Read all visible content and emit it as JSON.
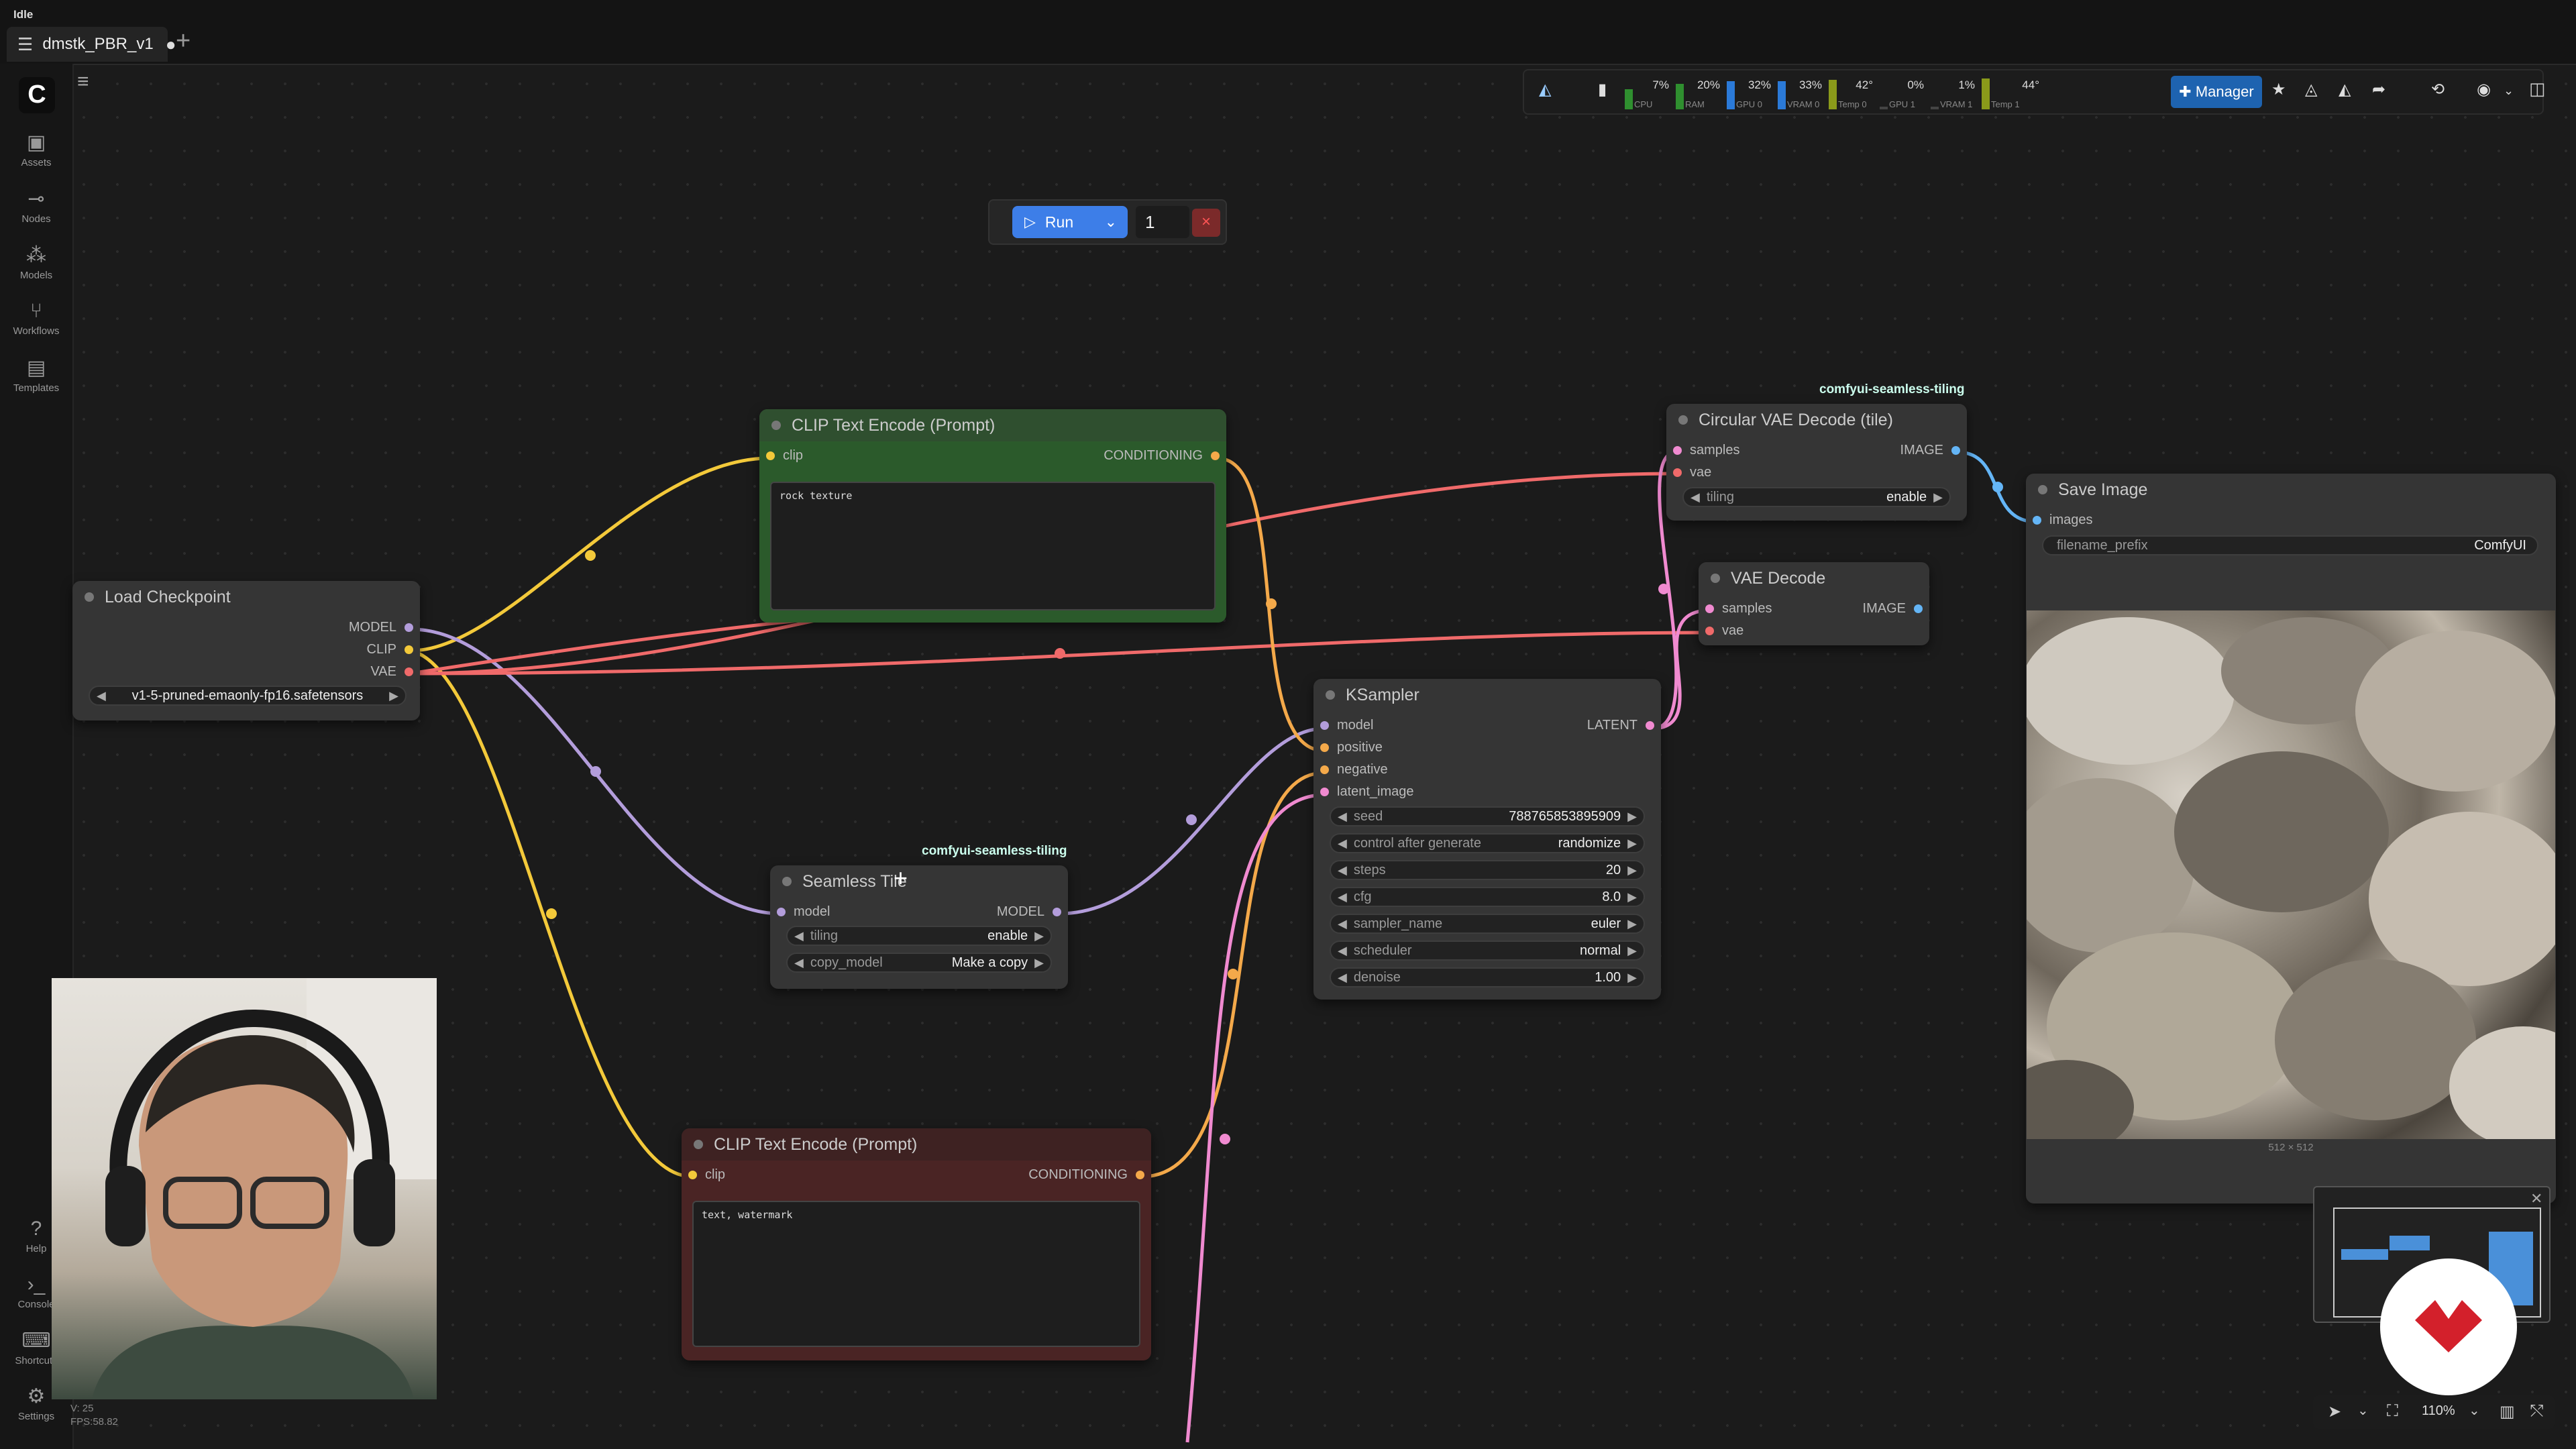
{
  "app": {
    "status": "Idle",
    "tab_title": "dmstk_PBR_v1",
    "tab_modified": "●",
    "new_tab": "+"
  },
  "sidebar": {
    "logo": "C",
    "items": [
      {
        "label": "Assets"
      },
      {
        "label": "Nodes"
      },
      {
        "label": "Models"
      },
      {
        "label": "Workflows"
      },
      {
        "label": "Templates"
      }
    ],
    "bottom": [
      {
        "label": "Help"
      },
      {
        "label": "Console"
      },
      {
        "label": "Shortcuts"
      },
      {
        "label": "Settings"
      }
    ]
  },
  "run": {
    "label": "Run",
    "count": "1",
    "cancel": "×"
  },
  "toolbar": {
    "stats": [
      {
        "label": "CPU",
        "value": "7%",
        "color": "#2f8f2f"
      },
      {
        "label": "RAM",
        "value": "20%",
        "color": "#2f8f2f"
      },
      {
        "label": "GPU 0",
        "value": "32%",
        "color": "#2b7ad8"
      },
      {
        "label": "VRAM 0",
        "value": "33%",
        "color": "#2b7ad8"
      },
      {
        "label": "Temp 0",
        "value": "42°",
        "color": "#8a9a1a"
      },
      {
        "label": "GPU 1",
        "value": "0%",
        "color": "#444444"
      },
      {
        "label": "VRAM 1",
        "value": "1%",
        "color": "#444444"
      },
      {
        "label": "Temp 1",
        "value": "44°",
        "color": "#8a9a1a"
      }
    ],
    "manager_label": "Manager"
  },
  "nodes": {
    "clip_pos": {
      "title": "CLIP Text Encode (Prompt)",
      "in": "clip",
      "out": "CONDITIONING",
      "text": "rock texture"
    },
    "clip_neg": {
      "title": "CLIP Text Encode (Prompt)",
      "in": "clip",
      "out": "CONDITIONING",
      "text": "text, watermark"
    },
    "checkpoint": {
      "title": "Load Checkpoint",
      "out_model": "MODEL",
      "out_clip": "CLIP",
      "out_vae": "VAE",
      "ckpt_name": "v1-5-pruned-emaonly-fp16.safetensors"
    },
    "seamless": {
      "title": "Seamless Tile",
      "tag": "comfyui-seamless-tiling",
      "in": "model",
      "out": "MODEL",
      "widgets": [
        {
          "label": "tiling",
          "value": "enable"
        },
        {
          "label": "copy_model",
          "value": "Make a copy"
        }
      ]
    },
    "circular_vae": {
      "title": "Circular VAE Decode (tile)",
      "tag": "comfyui-seamless-tiling",
      "in_samples": "samples",
      "in_vae": "vae",
      "out": "IMAGE",
      "widgets": [
        {
          "label": "tiling",
          "value": "enable"
        }
      ]
    },
    "vae_decode": {
      "title": "VAE Decode",
      "in_samples": "samples",
      "in_vae": "vae",
      "out": "IMAGE"
    },
    "ksampler": {
      "title": "KSampler",
      "out": "LATENT",
      "inputs": [
        "model",
        "positive",
        "negative",
        "latent_image"
      ],
      "widgets": [
        {
          "label": "seed",
          "value": "788765853895909"
        },
        {
          "label": "control after generate",
          "value": "randomize"
        },
        {
          "label": "steps",
          "value": "20"
        },
        {
          "label": "cfg",
          "value": "8.0"
        },
        {
          "label": "sampler_name",
          "value": "euler"
        },
        {
          "label": "scheduler",
          "value": "normal"
        },
        {
          "label": "denoise",
          "value": "1.00"
        }
      ]
    },
    "save_image": {
      "title": "Save Image",
      "in": "images",
      "widgets": [
        {
          "label": "filename_prefix",
          "value": "ComfyUI"
        }
      ],
      "image_size": "512 × 512"
    }
  },
  "bottom": {
    "zoom": "110%",
    "version": "V: 25",
    "fps": "FPS:58.82"
  },
  "colors": {
    "clip": "#f3c93a",
    "model": "#b39ddb",
    "vae": "#f06a6a",
    "conditioning": "#f4a94a",
    "latent": "#f08ad0",
    "image": "#64b5f6"
  }
}
